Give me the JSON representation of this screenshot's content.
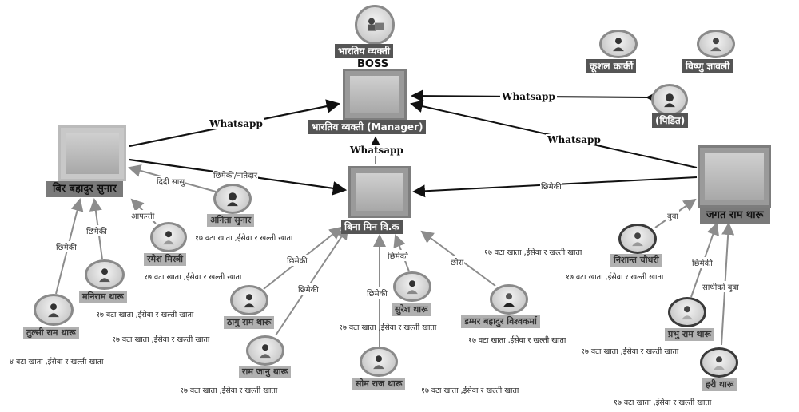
{
  "title": "BOSS",
  "colors": {
    "strong_edge": "#111111",
    "weak_edge": "#8c8c8c",
    "label_bg": "#6e6e6e"
  },
  "nodes": {
    "boss_top": {
      "name": "भारतिय व्यक्ती",
      "icon": "person-at-laptop-icon"
    },
    "manager": {
      "name": "भारतिय व्यक्ती (Manager)",
      "icon": "photo"
    },
    "kushal": {
      "name": "कूशल कार्की",
      "icon": "male-user-icon"
    },
    "bishnu": {
      "name": "विष्णु ज्ञावली",
      "icon": "male-user-icon"
    },
    "victim": {
      "name": "(पिडित)",
      "icon": "female-user-icon"
    },
    "bir": {
      "name": "बिर बहादुर सुनार",
      "icon": "photo"
    },
    "bina": {
      "name": "बिना मिन वि.क",
      "icon": "photo"
    },
    "jagat": {
      "name": "जगत राम थारू",
      "icon": "photo"
    },
    "anita": {
      "name": "अनिता सुनार",
      "icon": "female-user-icon",
      "account": "१७ वटा खाता ,ईसेवा र खल्ती खाता"
    },
    "ramesh": {
      "name": "रमेश मिस्त्री",
      "icon": "male-user-icon",
      "account": "१७ वटा खाता ,ईसेवा र खल्ती खाता"
    },
    "maniram": {
      "name": "मनिराम थारू",
      "icon": "male-user-icon",
      "account": "१७ वटा खाता ,ईसेवा र खल्ती खाता"
    },
    "tulsi": {
      "name": "तुल्सी राम थारू",
      "icon": "male-user-icon",
      "account": "४ वटा खाता ,ईसेवा र खल्ती खाता"
    },
    "thagu": {
      "name": "ठागु राम थारू",
      "icon": "male-user-icon",
      "account": "१७ वटा खाता ,ईसेवा र खल्ती खाता"
    },
    "ramjanu": {
      "name": "राम जानु थारू",
      "icon": "male-user-icon",
      "account": "१७ वटा खाता ,ईसेवा र खल्ती खाता"
    },
    "suresh": {
      "name": "सुरेश थारू",
      "icon": "male-user-icon",
      "account": "१७ वटा खाता ,ईसेवा र खल्ती खाता"
    },
    "somraj": {
      "name": "सोम राज थारू",
      "icon": "male-user-icon",
      "account": "१७ वटा खाता ,ईसेवा र खल्ती खाता"
    },
    "dambar": {
      "name": "डम्मर बहादुर विश्वकर्मा",
      "icon": "elder-user-icon",
      "account": "१७ वटा खाता ,ईसेवा र खल्ती खाता"
    },
    "nishant": {
      "name": "निशान्त चौधरी",
      "icon": "male-user-icon",
      "account": "१७ वटा खाता ,ईसेवा र खल्ती खाता"
    },
    "prabhu": {
      "name": "प्रभु राम थारू",
      "icon": "male-user-icon",
      "account": "१७ वटा खाता ,ईसेवा र खल्ती खाता"
    },
    "hari": {
      "name": "हरी थारू",
      "icon": "male-user-icon",
      "account": "१७ वटा खाता ,ईसेवा र खल्ती खाता"
    },
    "extra_account": {
      "account": "१७ वटा खाता ,ईसेवा र खल्ती खाता"
    }
  },
  "edges": {
    "whatsapp": "Whatsapp",
    "neighbor": "छिमेकी",
    "neighbor_relative": "छिमेकी/नातेदार",
    "sister_in_law": "दिदी सासु",
    "relative": "आफन्ती",
    "son": "छोरा",
    "father": "बुबा",
    "friends_father": "साथीको बुबा"
  }
}
